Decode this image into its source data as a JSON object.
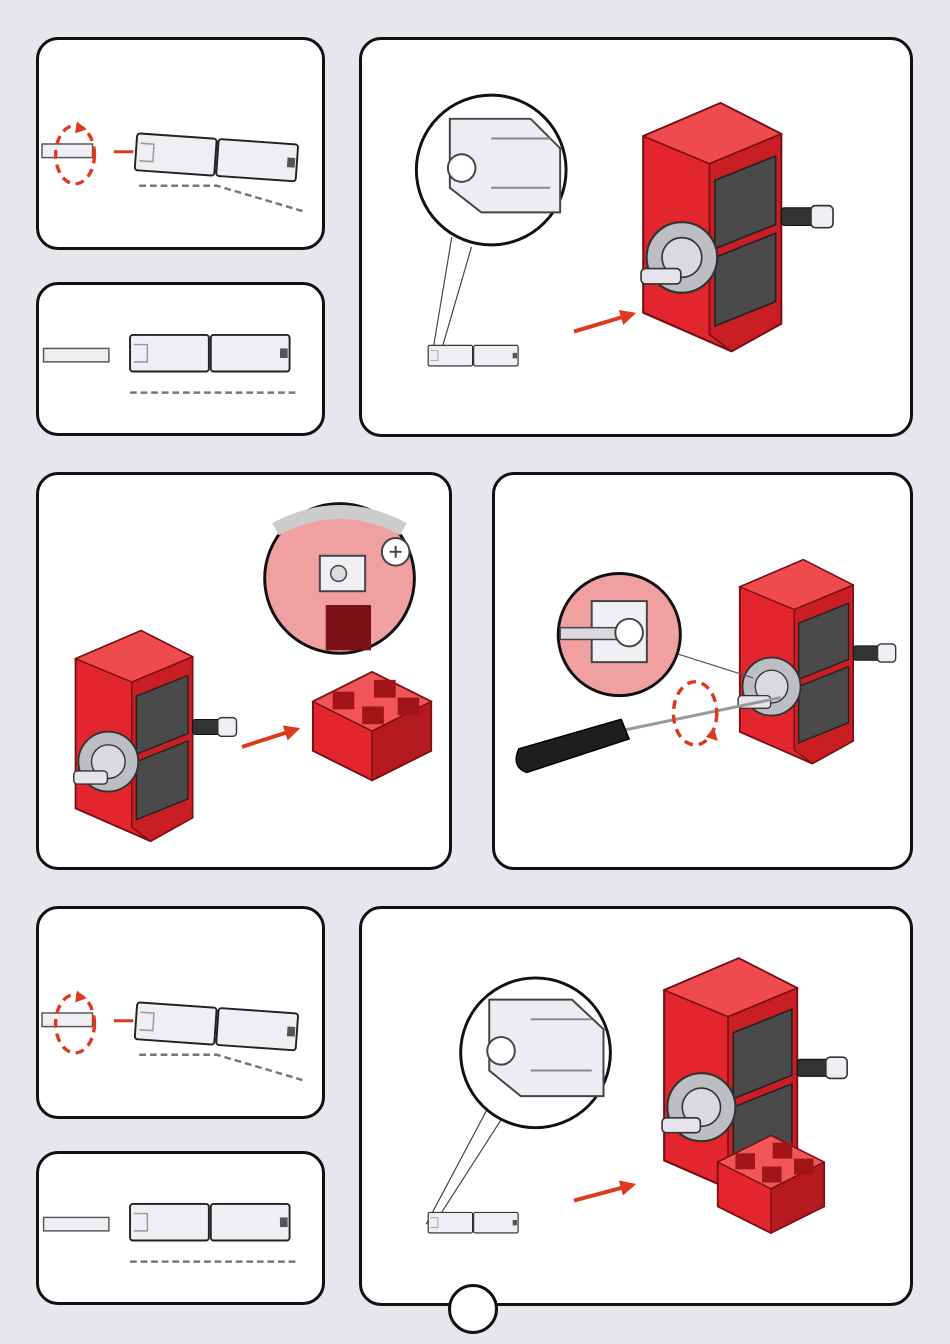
{
  "page": {
    "page_number": ""
  },
  "colors": {
    "background": "#e6e6ec",
    "panel_border": "#111111",
    "part_red": "#e3262d",
    "part_dark_red": "#a31419",
    "block_grey": "#4a4a4a",
    "arrow_red": "#e03a1e",
    "connector_grey": "#e4e4ea"
  },
  "panels": [
    {
      "name": "step-connector-rotate",
      "icons": [
        "rotation-arrow-icon",
        "shaft-icon",
        "connector-icon"
      ]
    },
    {
      "name": "step-connector-straight",
      "icons": [
        "shaft-icon",
        "connector-icon"
      ]
    },
    {
      "name": "step-attach-connector-to-motor",
      "icons": [
        "magnifier-icon",
        "connector-icon",
        "motor-icon",
        "direction-arrow-icon"
      ]
    },
    {
      "name": "step-attach-base-block",
      "icons": [
        "magnifier-icon",
        "motor-icon",
        "base-block-icon",
        "direction-arrow-icon"
      ]
    },
    {
      "name": "step-tighten-screw",
      "icons": [
        "magnifier-icon",
        "screwdriver-icon",
        "rotation-arrow-icon",
        "motor-icon"
      ]
    },
    {
      "name": "step-connector-rotate-2",
      "icons": [
        "rotation-arrow-icon",
        "shaft-icon",
        "connector-icon"
      ]
    },
    {
      "name": "step-connector-straight-2",
      "icons": [
        "shaft-icon",
        "connector-icon"
      ]
    },
    {
      "name": "step-attach-connector-to-assembly",
      "icons": [
        "magnifier-icon",
        "connector-icon",
        "motor-icon",
        "direction-arrow-icon"
      ]
    }
  ]
}
